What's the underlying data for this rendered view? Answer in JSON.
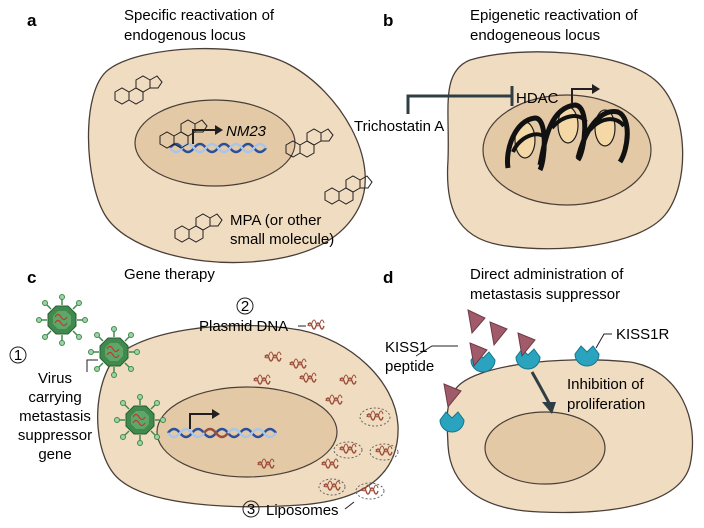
{
  "panels": {
    "a": {
      "letter": "a",
      "title_line1": "Specific reactivation of",
      "title_line2": "endogenous locus",
      "gene_label": "NM23",
      "molecule_label_line1": "MPA (or other",
      "molecule_label_line2": "small molecule)"
    },
    "b": {
      "letter": "b",
      "title_line1": "Epigenetic reactivation of",
      "title_line2": "endogeneous locus",
      "drug_label": "Trichostatin A",
      "enzyme_label": "HDAC"
    },
    "c": {
      "letter": "c",
      "title": "Gene therapy",
      "plasmid_number": "2",
      "plasmid_label": "Plasmid DNA",
      "virus_number": "1",
      "virus_label_lines": [
        "Virus",
        "carrying",
        "metastasis",
        "suppressor",
        "gene"
      ],
      "liposome_number": "3",
      "liposome_label": "Liposomes"
    },
    "d": {
      "letter": "d",
      "title_line1": "Direct administration of",
      "title_line2": "metastasis suppressor",
      "peptide_label_line1": "KISS1",
      "peptide_label_line2": "peptide",
      "receptor_label": "KISS1R",
      "effect_line1": "Inhibition of",
      "effect_line2": "proliferation"
    }
  },
  "colors": {
    "cell_fill": "#f0dcc0",
    "cell_stroke": "#4a3f38",
    "nucleus_fill": "#e3c9a6",
    "dna_blue": "#2a4f9c",
    "dna_light": "#a9c6ea",
    "arrow_dark": "#2f3e44",
    "virus_green": "#3f8a4c",
    "peptide_mauve": "#a05a6a",
    "receptor_teal": "#2aa3bf",
    "plasmid_red": "#9b4d3a"
  },
  "icons": [
    "steroid-molecule-icon",
    "virus-icon",
    "plasmid-icon",
    "liposome-icon",
    "peptide-icon",
    "receptor-icon"
  ]
}
